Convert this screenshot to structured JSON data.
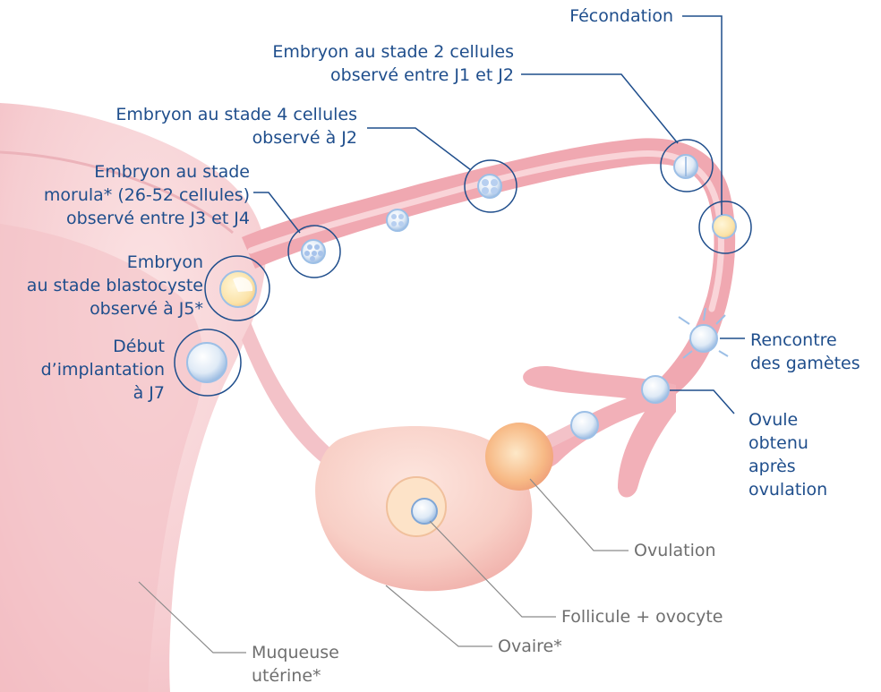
{
  "colors": {
    "blue_label": "#1f4e8c",
    "grey_label": "#6f6f6f",
    "tissue_light": "#f6c9cc",
    "tissue_mid": "#ee9ea6",
    "tissue_dark": "#e07c89",
    "ovary": "#f5c3bd",
    "cell_blue": "#8fb3de",
    "leader_blue": "#1f4e8c",
    "leader_grey": "#8a8a8a"
  },
  "labels": {
    "fecondation": "Fécondation",
    "stage2": [
      "Embryon au stade 2 cellules",
      "observé entre J1 et J2"
    ],
    "stage4": [
      "Embryon au stade 4 cellules",
      "observé à J2"
    ],
    "morula": [
      "Embryon au stade",
      "morula* (26-52 cellules)",
      "observé entre J3 et J4"
    ],
    "blastocyste": [
      "Embryon",
      "au stade blastocyste",
      "observé à J5*"
    ],
    "implantation": [
      "Début",
      "d’implantation",
      "à J7"
    ],
    "rencontre": [
      "Rencontre",
      "des gamètes"
    ],
    "ovule": [
      "Ovule",
      "obtenu",
      "après",
      "ovulation"
    ],
    "ovulation": "Ovulation",
    "follicule": "Follicule + ovocyte",
    "ovaire": "Ovaire*",
    "muqueuse": [
      "Muqueuse",
      "utérine*"
    ]
  }
}
